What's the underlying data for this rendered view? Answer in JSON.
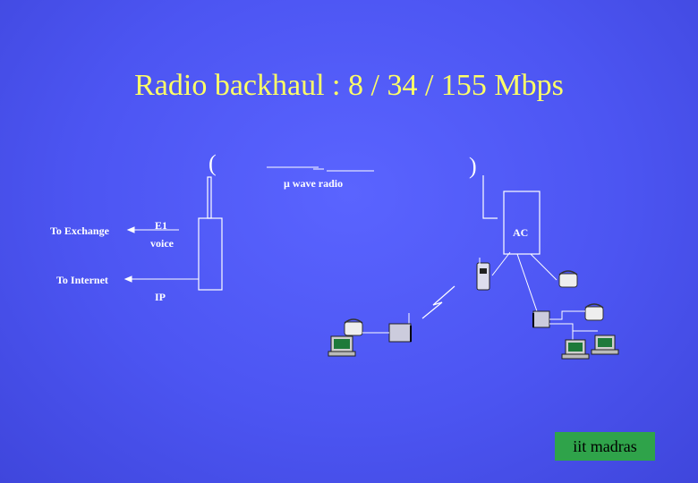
{
  "slide": {
    "title": "Radio backhaul : 8 / 34 / 155 Mbps",
    "footer_badge": "iit madras",
    "colors": {
      "background": "#4c55f2",
      "title": "#ffff66",
      "text": "#ffffff",
      "badge": "#2fa34a"
    }
  },
  "diagram": {
    "radio_label": "μ wave radio",
    "paren_left": "(",
    "paren_right": ")",
    "to_exchange": "To Exchange",
    "e1": "E1",
    "voice": "voice",
    "to_internet": "To Internet",
    "ip": "IP",
    "ac": "AC",
    "icons": [
      "tower-icon",
      "equipment-box-icon",
      "lightning-icon",
      "handset-icon",
      "phone-icon",
      "computer-icon",
      "router-icon"
    ]
  }
}
